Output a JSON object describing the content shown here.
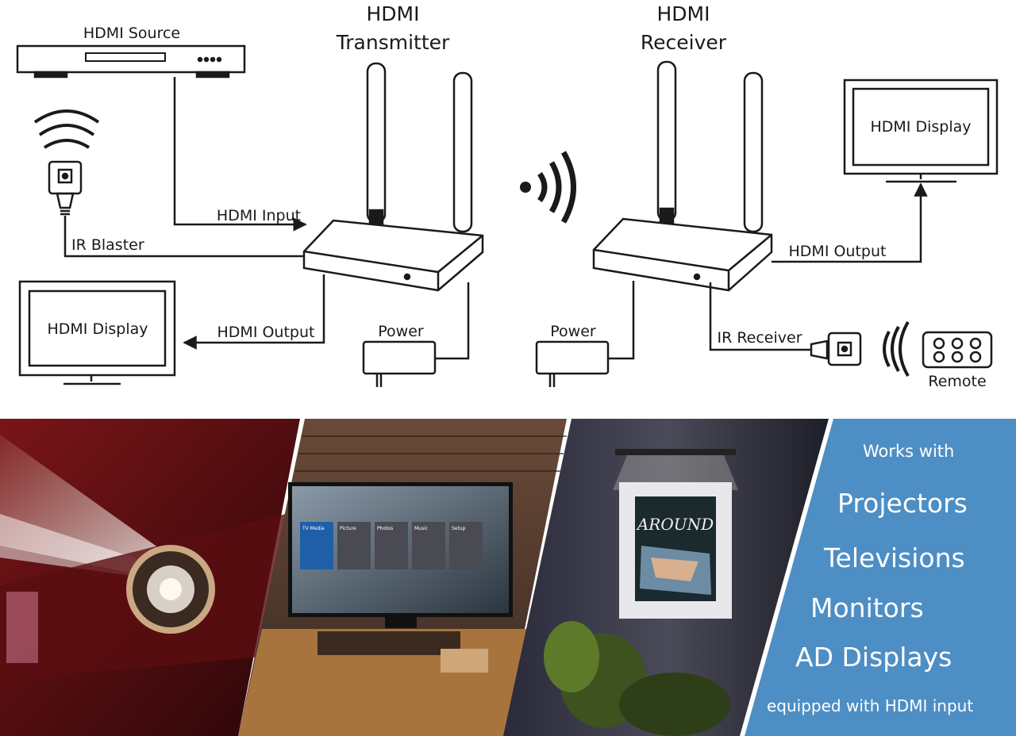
{
  "diagram": {
    "source": "HDMI Source",
    "transmitter": [
      "HDMI",
      "Transmitter"
    ],
    "receiver": [
      "HDMI",
      "Receiver"
    ],
    "display_right": "HDMI Display",
    "display_left": "HDMI Display",
    "hdmi_input": "HDMI Input",
    "ir_blaster": "IR Blaster",
    "hdmi_output_left": "HDMI Output",
    "hdmi_output_right": "HDMI Output",
    "power_left": "Power",
    "power_right": "Power",
    "ir_receiver": "IR Receiver",
    "remote": "Remote"
  },
  "banner": {
    "intro": "Works with",
    "items": [
      "Projectors",
      "Televisions",
      "Monitors",
      "AD Displays"
    ],
    "footer": "equipped with HDMI input",
    "color": "#4d8ec4"
  },
  "tv_menu": [
    "TV Media",
    "Picture",
    "Photos",
    "Music",
    "Setup"
  ],
  "poster_text": "AROUND"
}
